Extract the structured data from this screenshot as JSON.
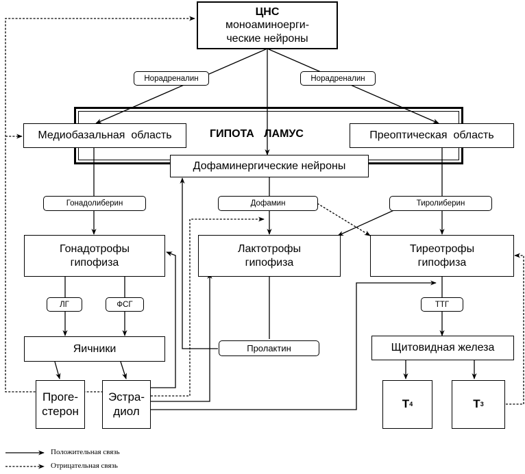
{
  "cns": {
    "title": "ЦНС",
    "line1": "моноаминоерги-",
    "line2": "ческие нейроны"
  },
  "hypothalamus": {
    "title_part1": "ГИПОТА",
    "title_part2": "ЛАМУС"
  },
  "regions": {
    "mediobasal": "Медиобазальная  область",
    "preoptic": "Преоптическая  область",
    "dopaminergic": "Дофаминергические нейроны"
  },
  "labels": {
    "noradrenaline_left": "Норадреналин",
    "noradrenaline_right": "Норадреналин",
    "gonadoliberin": "Гонадолиберин",
    "dopamine": "Дофамин",
    "tiroliberin": "Тиролиберин",
    "lg": "ЛГ",
    "fsg": "ФСГ",
    "ttg": "ТТГ",
    "prolactin": "Пролактин"
  },
  "pituitary": {
    "gonadotrophs": {
      "line1": "Гонадотрофы",
      "line2": "гипофиза"
    },
    "lactotrophs": {
      "line1": "Лактотрофы",
      "line2": "гипофиза"
    },
    "thyrotrophs": {
      "line1": "Тиреотрофы",
      "line2": "гипофиза"
    }
  },
  "glands": {
    "ovaries": "Яичники",
    "thyroid": "Щитовидная железа"
  },
  "hormones": {
    "progesterone": {
      "line1": "Проге-",
      "line2": "стерон"
    },
    "estradiol": {
      "line1": "Эстра-",
      "line2": "диол"
    },
    "t4": {
      "letter": "Т",
      "sub": "4"
    },
    "t3": {
      "letter": "Т",
      "sub": "3"
    }
  },
  "legend": {
    "positive": "Положительная связь",
    "negative": "Отрицательная связь"
  }
}
